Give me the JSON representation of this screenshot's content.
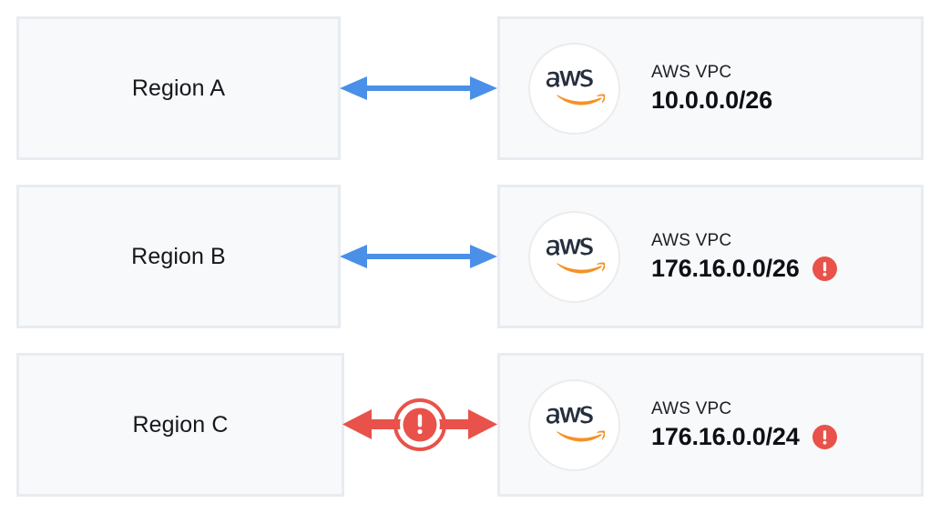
{
  "colors": {
    "background": "#ffffff",
    "card_fill": "#f7f9fb",
    "card_border": "#e8ecf1",
    "arrow_ok": "#4a90e8",
    "arrow_error": "#e8524a",
    "alert_red": "#e8524a",
    "aws_text": "#252f3e",
    "aws_swoosh": "#f59125",
    "label_text": "#15181c"
  },
  "rows": [
    {
      "region": {
        "label": "Region A"
      },
      "connector": {
        "arrow_icon": "double-headed-arrow-icon",
        "state": "ok",
        "color": "#4a90e8",
        "has_alert_ring": false
      },
      "vpc": {
        "logo_icon": "aws-logo-icon",
        "logo_text": "aws",
        "kind": "AWS VPC",
        "cidr": "10.0.0.0/26",
        "has_alert": false,
        "alert_icon": "alert-exclamation-icon"
      }
    },
    {
      "region": {
        "label": "Region B"
      },
      "connector": {
        "arrow_icon": "double-headed-arrow-icon",
        "state": "ok",
        "color": "#4a90e8",
        "has_alert_ring": false
      },
      "vpc": {
        "logo_icon": "aws-logo-icon",
        "logo_text": "aws",
        "kind": "AWS VPC",
        "cidr": "176.16.0.0/26",
        "has_alert": true,
        "alert_icon": "alert-exclamation-icon"
      }
    },
    {
      "region": {
        "label": "Region C"
      },
      "connector": {
        "arrow_icon": "double-headed-arrow-icon",
        "state": "error",
        "color": "#e8524a",
        "has_alert_ring": true,
        "alert_ring_icon": "alert-exclamation-ring-icon"
      },
      "vpc": {
        "logo_icon": "aws-logo-icon",
        "logo_text": "aws",
        "kind": "AWS VPC",
        "cidr": "176.16.0.0/24",
        "has_alert": true,
        "alert_icon": "alert-exclamation-icon"
      }
    }
  ]
}
